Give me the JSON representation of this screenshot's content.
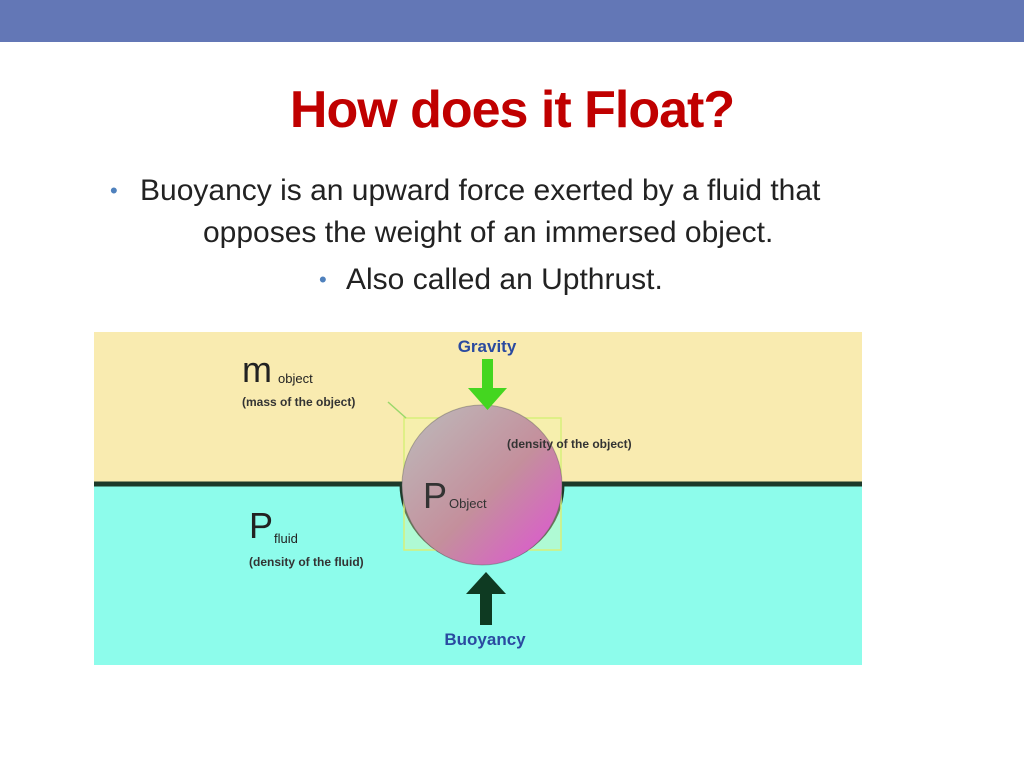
{
  "slide": {
    "title": "How does it Float?",
    "bullets": [
      {
        "line1": "Buoyancy is an upward force exerted by a fluid that",
        "line2": "opposes the weight of an immersed object."
      },
      {
        "text": "Also called an Upthrust."
      }
    ],
    "bullet_glyph": "•"
  },
  "diagram": {
    "gravity_label": "Gravity",
    "buoyancy_label": "Buoyancy",
    "mass_symbol": "m",
    "mass_subscript": "object",
    "mass_caption": "(mass of the object)",
    "density_object_caption": "(density of the object)",
    "object_symbol": "P",
    "object_subscript": "Object",
    "fluid_symbol": "P",
    "fluid_subscript": "fluid",
    "fluid_caption": "(density of the fluid)"
  },
  "colors": {
    "band": "#6377b6",
    "title": "#c00000",
    "air": "#f9ebb0",
    "fluid": "#8dfceb",
    "gravity_arrow": "#44d620",
    "buoyancy_arrow": "#0e3a22",
    "label_blue": "#2a4aa0"
  }
}
